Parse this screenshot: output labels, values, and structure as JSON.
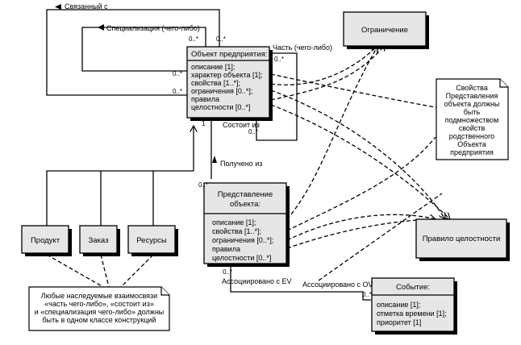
{
  "labels": {
    "related": "Связанный с",
    "specialization": "Специализация (чего-либо)",
    "part_of": "Часть (чего-либо)",
    "composed_of": "Состоит из",
    "derived_from": "Получено из",
    "assoc_ev": "Ассоциировано с EV",
    "assoc_ov": "Ассоциировано с OV"
  },
  "multiplicities": {
    "m1": "0..*",
    "m2": "0..*",
    "m3": "0..*",
    "m4": "0..*",
    "m5": "0..*",
    "m6": "0..*",
    "m7": "1",
    "m8": "0..*",
    "m9": "0..*",
    "m10": "0..*"
  },
  "classes": {
    "enterprise_object": {
      "title": "Объект предприятия:",
      "attrs": [
        "описание [1];",
        "характер объекта [1];",
        "свойства [1..*];",
        "ограничения [0..*];",
        "правила",
        "целостности [0..*]"
      ]
    },
    "object_view": {
      "title": [
        "Представление",
        "объекта:"
      ],
      "attrs": [
        "описание [1];",
        "свойства [1..*];",
        "ограничения [0..*];",
        "правила",
        "целостности [0..*]"
      ]
    },
    "event": {
      "title": "Событие:",
      "attrs": [
        "описание [1];",
        "отметка времени [1];",
        "приоритет [1]"
      ]
    },
    "constraint": {
      "title": "Ограничение"
    },
    "integrity_rule": {
      "title": "Правило целостности"
    },
    "product": {
      "title": "Продукт"
    },
    "order": {
      "title": "Заказ"
    },
    "resources": {
      "title": "Ресурсы"
    }
  },
  "notes": {
    "properties_note": [
      "Свойства",
      "Представления",
      "объекта должны",
      "быть",
      "подмножеством",
      "свойств",
      "родственного",
      "Объекта",
      "предприятия"
    ],
    "inheritance_note": [
      "Любые наследуемые взаимосвязи",
      "«часть чего-либо», «состоит из»",
      "и «специализация чего-либо» должны",
      "быть в одном классе конструкций"
    ]
  }
}
